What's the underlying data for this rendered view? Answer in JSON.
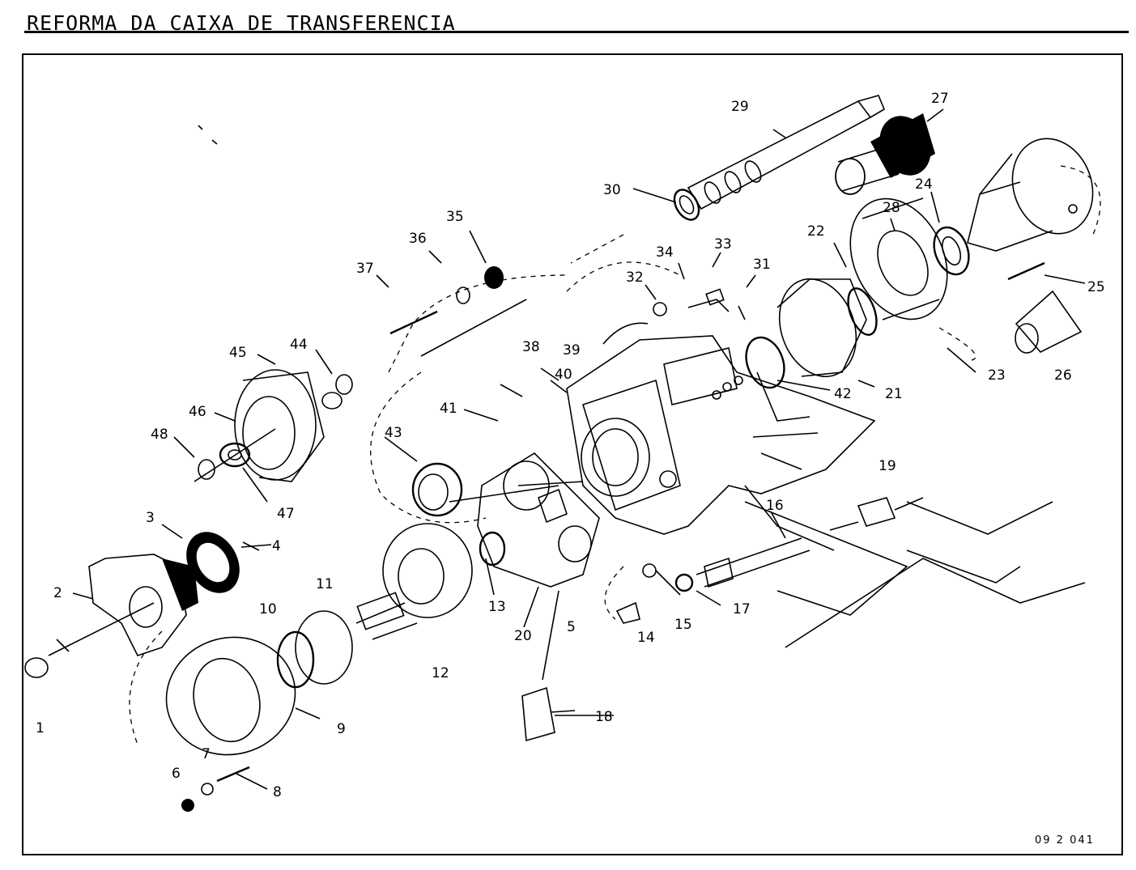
{
  "header": {
    "title": "REFORMA DA CAIXA DE TRANSFERENCIA"
  },
  "footer": {
    "code": "09  2  041"
  },
  "callouts": [
    "1",
    "2",
    "3",
    "4",
    "5",
    "6",
    "7",
    "8",
    "9",
    "10",
    "11",
    "12",
    "13",
    "14",
    "15",
    "16",
    "17",
    "18",
    "19",
    "20",
    "21",
    "22",
    "23",
    "24",
    "25",
    "26",
    "27",
    "28",
    "29",
    "30",
    "31",
    "32",
    "33",
    "34",
    "35",
    "36",
    "37",
    "38",
    "39",
    "40",
    "41",
    "42",
    "43",
    "44",
    "45",
    "46",
    "47",
    "48"
  ]
}
